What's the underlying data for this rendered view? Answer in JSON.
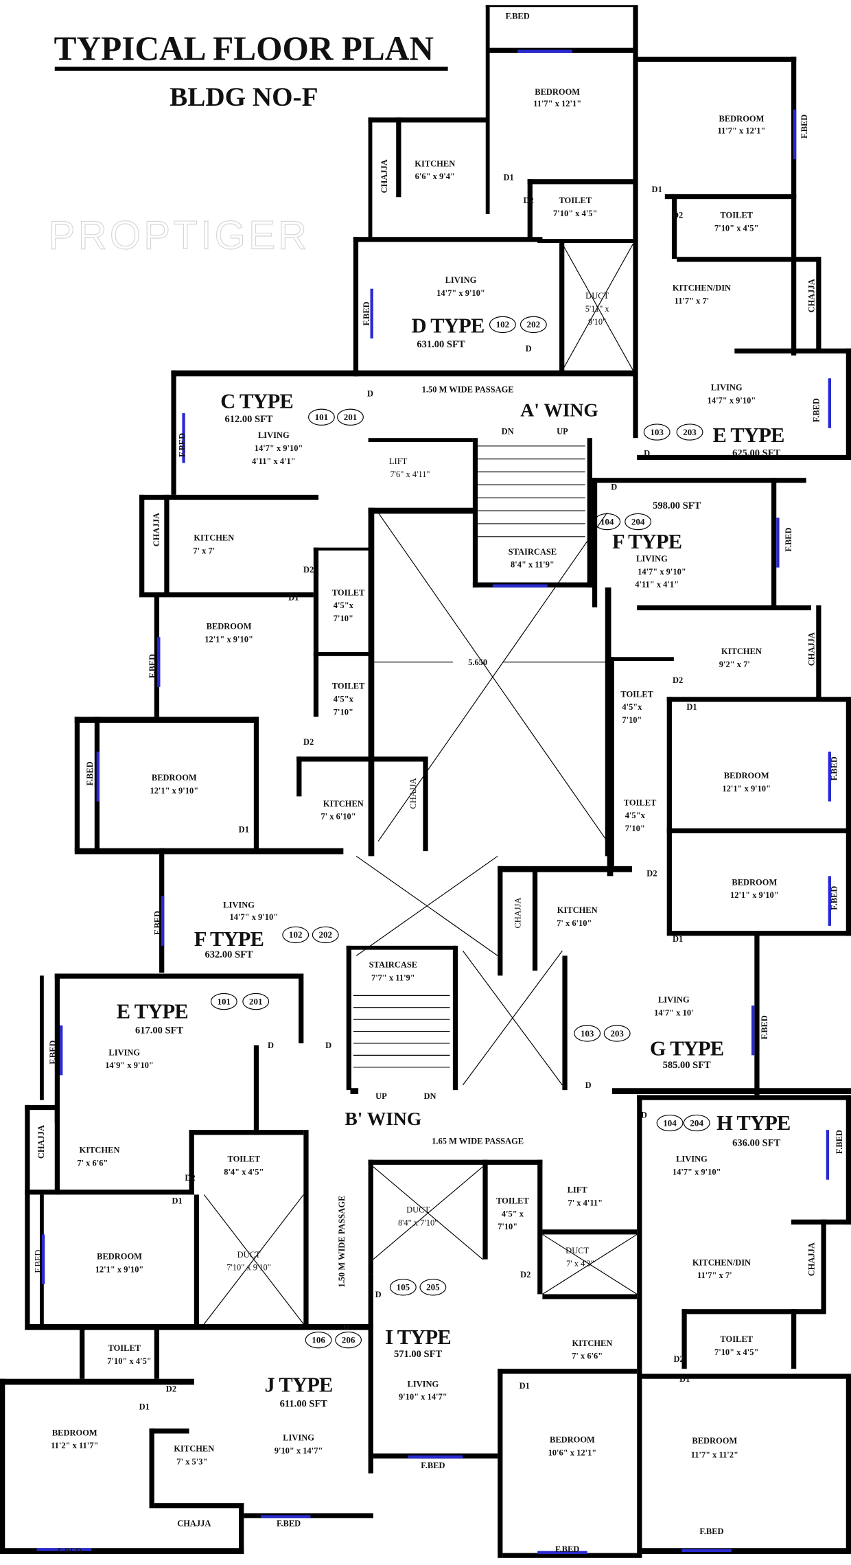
{
  "title": "TYPICAL FLOOR PLAN",
  "subtitle": "BLDG NO-F",
  "watermark": "PROPTIGER",
  "common": {
    "a_wing": "A' WING",
    "b_wing": "B' WING",
    "a_passage": "1.50 M WIDE PASSAGE",
    "b_passage": "1.65 M WIDE PASSAGE",
    "b_passage_vertical": "1.50 M WIDE PASSAGE",
    "dimension": "5.650",
    "a_stair_dn": "DN",
    "a_stair_up": "UP",
    "a_staircase": "STAIRCASE",
    "a_staircase_size": "8'4\" x 11'9\"",
    "b_stair_up": "UP",
    "b_stair_dn": "DN",
    "b_staircase": "STAIRCASE",
    "b_staircase_size": "7'7\" x 11'9\"",
    "a_lift": "LIFT",
    "a_lift_size": "7'6\" x 4'11\"",
    "b_lift": "LIFT",
    "b_lift_size": "7' x 4'11\"",
    "duct_d": "DUCT",
    "duct_d_size1": "5'11\" x",
    "duct_d_size2": "9'10\"",
    "duct_j": "DUCT",
    "duct_j_size": "7'10\" x 9'10\"",
    "duct_i": "DUCT",
    "duct_i_size": "8'4\" x 7'10\"",
    "duct_small": "DUCT",
    "duct_small_size": "7' x 4'3\""
  },
  "units": {
    "d": {
      "type": "D TYPE",
      "area": "631.00 SFT",
      "flats": [
        "102",
        "202"
      ],
      "bedroom": "BEDROOM",
      "bedroom_size": "11'7\" x 12'1\"",
      "kitchen": "KITCHEN",
      "kitchen_size": "6'6\" x 9'4\"",
      "toilet": "TOILET",
      "toilet_size": "7'10\" x 4'5\"",
      "living": "LIVING",
      "living_size": "14'7\" x 9'10\"",
      "tags": [
        "F.BED",
        "CHAJJA",
        "F.BED",
        "D1",
        "D2",
        "D"
      ]
    },
    "e_top": {
      "type": "E TYPE",
      "area": "625.00 SFT",
      "flats": [
        "103",
        "203"
      ],
      "bedroom": "BEDROOM",
      "bedroom_size": "11'7\" x 12'1\"",
      "toilet": "TOILET",
      "toilet_size": "7'10\" x 4'5\"",
      "kitchen": "KITCHEN/DIN",
      "kitchen_size": "11'7\" x 7'",
      "living": "LIVING",
      "living_size": "14'7\" x 9'10\"",
      "tags": [
        "F.BED",
        "D1",
        "D2",
        "CHAJJA",
        "F.BED",
        "D"
      ]
    },
    "c": {
      "type": "C TYPE",
      "area": "612.00 SFT",
      "flats": [
        "101",
        "201"
      ],
      "living": "LIVING",
      "living_size": "14'7\" x 9'10\"",
      "living_size2": "4'11\" x 4'1\"",
      "kitchen": "KITCHEN",
      "kitchen_size": "7' x 7'",
      "toilet1": "TOILET",
      "toilet1_size1": "4'5\"x",
      "toilet1_size2": "7'10\"",
      "bedroom": "BEDROOM",
      "bedroom_size": "12'1\" x 9'10\"",
      "tags": [
        "D",
        "F.BED",
        "CHAJJA",
        "D2",
        "D1",
        "F.BED"
      ]
    },
    "f_left": {
      "type": "F TYPE",
      "area": "632.00 SFT",
      "flats": [
        "102",
        "202"
      ],
      "toilet": "TOILET",
      "toilet_size1": "4'5\"x",
      "toilet_size2": "7'10\"",
      "bedroom": "BEDROOM",
      "bedroom_size": "12'1\" x 9'10\"",
      "kitchen": "KITCHEN",
      "kitchen_size": "7' x 6'10\"",
      "living": "LIVING",
      "living_size": "14'7\" x 9'10\"",
      "tags": [
        "D2",
        "D1",
        "F.BED",
        "CHAJJA",
        "F.BED"
      ]
    },
    "f_right": {
      "type": "F TYPE",
      "area": "598.00 SFT",
      "flats": [
        "104",
        "204"
      ],
      "living": "LIVING",
      "living_size": "14'7\" x 9'10\"",
      "living_size2": "4'11\" x 4'1\"",
      "kitchen": "KITCHEN",
      "kitchen_size": "9'2\" x 7'",
      "toilet1": "TOILET",
      "toilet1_size1": "4'5\"x",
      "toilet1_size2": "7'10\"",
      "bedroom": "BEDROOM",
      "bedroom_size": "12'1\" x 9'10\"",
      "tags": [
        "D",
        "F.BED",
        "CHAJJA",
        "D2",
        "D1",
        "F.BED"
      ]
    },
    "g": {
      "type": "G TYPE",
      "area": "585.00 SFT",
      "flats": [
        "103",
        "203"
      ],
      "toilet": "TOILET",
      "toilet_size1": "4'5\"x",
      "toilet_size2": "7'10\"",
      "bedroom": "BEDROOM",
      "bedroom_size": "12'1\" x 9'10\"",
      "kitchen": "KITCHEN",
      "kitchen_size": "7' x 6'10\"",
      "living": "LIVING",
      "living_size": "14'7\" x 10'",
      "tags": [
        "D2",
        "D1",
        "F.BED",
        "CHAJJA",
        "D",
        "F.BED"
      ]
    },
    "e_low": {
      "type": "E TYPE",
      "area": "617.00 SFT",
      "flats": [
        "101",
        "201"
      ],
      "living": "LIVING",
      "living_size": "14'9\" x 9'10\"",
      "kitchen": "KITCHEN",
      "kitchen_size": "7' x 6'6\"",
      "toilet": "TOILET",
      "toilet_size": "8'4\" x 4'5\"",
      "bedroom": "BEDROOM",
      "bedroom_size": "12'1\" x 9'10\"",
      "tags": [
        "D",
        "D",
        "F.BED",
        "CHAJJA",
        "D2",
        "D1",
        "F.BED"
      ]
    },
    "h": {
      "type": "H TYPE",
      "area": "636.00 SFT",
      "flats": [
        "104",
        "204"
      ],
      "living": "LIVING",
      "living_size": "14'7\" x 9'10\"",
      "kitchen": "KITCHEN/DIN",
      "kitchen_size": "11'7\" x 7'",
      "toilet": "TOILET",
      "toilet_size": "7'10\" x 4'5\"",
      "bedroom": "BEDROOM",
      "bedroom_size": "11'7\" x 11'2\"",
      "tags": [
        "D",
        "F.BED",
        "CHAJJA",
        "D2",
        "D1",
        "F.BED"
      ]
    },
    "i": {
      "type": "I TYPE",
      "area": "571.00 SFT",
      "flats": [
        "105",
        "205"
      ],
      "toilet": "TOILET",
      "toilet_size1": "4'5\" x",
      "toilet_size2": "7'10\"",
      "kitchen": "KITCHEN",
      "kitchen_size": "7' x 6'6\"",
      "living": "LIVING",
      "living_size": "9'10\" x 14'7\"",
      "bedroom": "BEDROOM",
      "bedroom_size": "10'6\" x 12'1\"",
      "tags": [
        "D",
        "D2",
        "F.BED",
        "D1",
        "F.BED"
      ]
    },
    "j": {
      "type": "J TYPE",
      "area": "611.00 SFT",
      "flats": [
        "106",
        "206"
      ],
      "toilet": "TOILET",
      "toilet_size": "7'10\" x 4'5\"",
      "bedroom": "BEDROOM",
      "bedroom_size": "11'2\" x 11'7\"",
      "kitchen": "KITCHEN",
      "kitchen_size": "7' x 5'3\"",
      "living": "LIVING",
      "living_size": "9'10\" x 14'7\"",
      "tags": [
        "D",
        "D2",
        "D1",
        "CHAJJA",
        "F.BED",
        "F.BED"
      ]
    }
  },
  "colors": {
    "wall": "#000000",
    "window": "#2a2ad0",
    "furniture": "#d23a3a"
  }
}
